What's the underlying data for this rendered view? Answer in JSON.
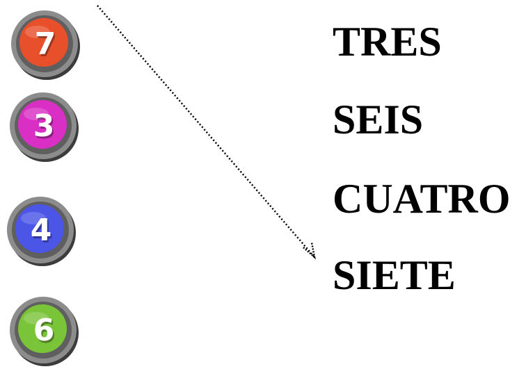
{
  "numbers": [
    {
      "digit": "7",
      "color": "#e8502c"
    },
    {
      "digit": "3",
      "color": "#d92fc4"
    },
    {
      "digit": "4",
      "color": "#4b55e6"
    },
    {
      "digit": "6",
      "color": "#7ac43a"
    }
  ],
  "words": [
    "TRES",
    "SEIS",
    "CUATRO",
    "SIETE"
  ],
  "colors": {
    "ring_outer": "#5a5a5a",
    "ring_inner": "#9a9a9a",
    "text": "#000000",
    "arrow": "#000000"
  },
  "connection": {
    "from": "7",
    "to": "SIETE"
  }
}
